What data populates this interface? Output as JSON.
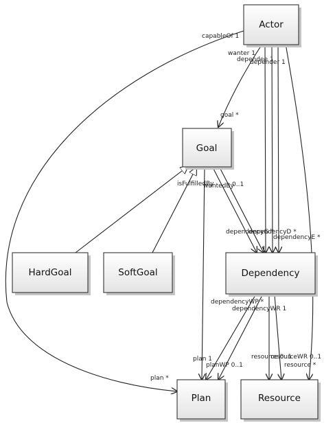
{
  "nodes": {
    "actor": "Actor",
    "goal": "Goal",
    "hardgoal": "HardGoal",
    "softgoal": "SoftGoal",
    "dependency": "Dependency",
    "plan": "Plan",
    "resource": "Resource"
  },
  "edge_labels": {
    "capable_of": "capableOf  1",
    "wanter": "wanter  1",
    "dependee": "dependee  1",
    "depender": "depender  1",
    "goal": "goal  *",
    "is_fulfilled_by": "isFulfilledBy",
    "wanted_by": "wantedBy",
    "goal_01": "0..1",
    "dependency_g": "dependencyG  *",
    "dependency_d": "dependencyD  *",
    "dependency_e": "dependencyE  *",
    "dependency_wp": "dependencyWP  *",
    "dependency_wr": "dependencyWR  1",
    "plan_a": "plan  1",
    "planwp": "planWP  0..1",
    "resource_a": "resource  0..1",
    "resourcewr": "resourceWR  0..1",
    "resource_b": "resource  *",
    "plan_b": "plan  *"
  }
}
